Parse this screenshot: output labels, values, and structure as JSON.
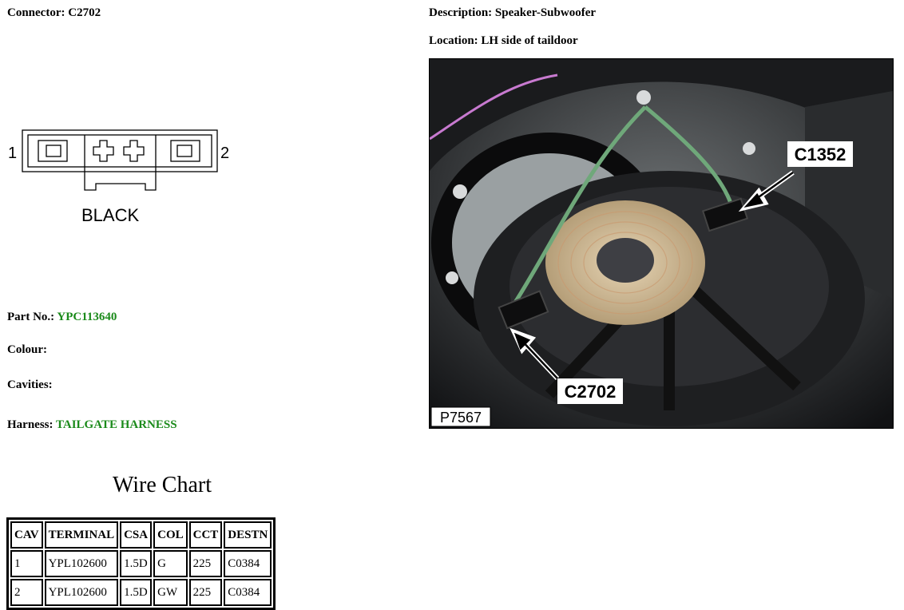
{
  "connector": {
    "label": "Connector:",
    "value": "C2702"
  },
  "description": {
    "label": "Description:",
    "value": "Speaker-Subwoofer"
  },
  "location": {
    "label": "Location:",
    "value": "LH side of taildoor"
  },
  "diagram": {
    "pin_left": "1",
    "pin_right": "2",
    "color_text": "BLACK"
  },
  "part_no": {
    "label": "Part No.:",
    "value": "YPC113640"
  },
  "colour": {
    "label": "Colour:",
    "value": ""
  },
  "cavities": {
    "label": "Cavities:",
    "value": ""
  },
  "harness": {
    "label": "Harness:",
    "value": "TAILGATE HARNESS"
  },
  "photo": {
    "callout_top": "C1352",
    "callout_bottom": "C2702",
    "ref": "P7567"
  },
  "wire_chart": {
    "title": "Wire Chart",
    "headers": [
      "CAV",
      "TERMINAL",
      "CSA",
      "COL",
      "CCT",
      "DESTN"
    ],
    "rows": [
      [
        "1",
        "YPL102600",
        "1.5D",
        "G",
        "225",
        "C0384"
      ],
      [
        "2",
        "YPL102600",
        "1.5D",
        "GW",
        "225",
        "C0384"
      ]
    ]
  },
  "colors": {
    "accent_green": "#1a8a1a"
  }
}
